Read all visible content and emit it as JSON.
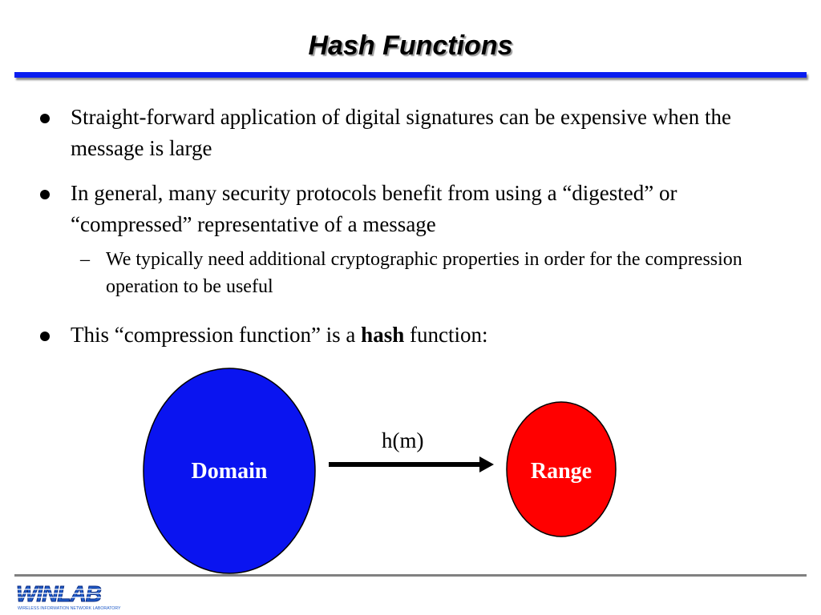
{
  "slide": {
    "title": "Hash Functions",
    "bullets": [
      {
        "text": "Straight-forward application of digital signatures can be expensive when the message is large"
      },
      {
        "text": "In general, many security protocols benefit from using a “digested” or “compressed” representative of a message",
        "sub": "We typically need additional cryptographic properties in order for the compression operation to be useful",
        "sub_marker": "–"
      },
      {
        "text_before": "This “compression function” is a ",
        "text_bold": "hash",
        "text_after": " function:"
      }
    ]
  },
  "diagram": {
    "domain_label": "Domain",
    "range_label": "Range",
    "arrow_label": "h(m)",
    "colors": {
      "domain_fill": "#0a14f0",
      "range_fill": "#ff0000",
      "title_rule": "#0a1ef0",
      "logo_blue": "#1e5ac8"
    }
  },
  "footer": {
    "logo_text": "WINLAB",
    "logo_subtext": "WIRELESS INFORMATION NETWORK LABORATORY"
  }
}
